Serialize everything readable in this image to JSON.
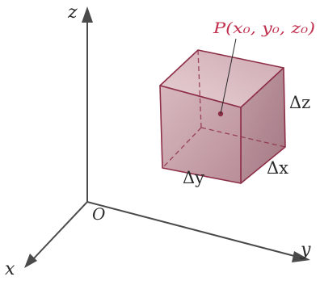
{
  "axes": {
    "z_label": "z",
    "x_label": "x",
    "y_label": "y",
    "origin_label": "O"
  },
  "cube": {
    "point_label": "P(x₀, y₀, z₀)",
    "delta_x": "Δx",
    "delta_y": "Δy",
    "delta_z": "Δz"
  },
  "colors": {
    "axis": "#4a4a4a",
    "cube_edge": "#8e2f48",
    "cube_front": "#caa7ae",
    "cube_top": "#ddc3c8",
    "cube_side": "#b58a94",
    "point_label": "#c0304e"
  }
}
